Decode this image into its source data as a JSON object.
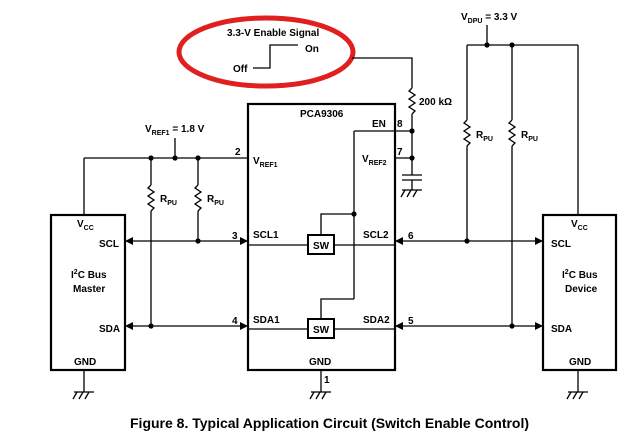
{
  "colors": {
    "highlight_ellipse": "#e02020",
    "wire": "#000000",
    "background": "#ffffff"
  },
  "enable_signal": {
    "title": "3.3-V Enable Signal",
    "on_label": "On",
    "off_label": "Off"
  },
  "chip": {
    "name": "PCA9306",
    "en_label": "EN",
    "vref1_label": "V",
    "vref1_sub": "REF1",
    "vref2_label": "V",
    "vref2_sub": "REF2",
    "scl1_label": "SCL1",
    "scl2_label": "SCL2",
    "sda1_label": "SDA1",
    "sda2_label": "SDA2",
    "gnd_label": "GND",
    "switch_label": "SW",
    "pins": {
      "en": "8",
      "vref2": "7",
      "vref1": "2",
      "scl1": "3",
      "scl2": "6",
      "sda1": "4",
      "sda2": "5",
      "gnd": "1"
    }
  },
  "resistor_200k": "200 kΩ",
  "vref1_supply": {
    "prefix": "V",
    "sub": "REF1",
    "suffix": " = 1.8 V"
  },
  "vdpu_supply": {
    "prefix": "V",
    "sub": "DPU",
    "suffix": " = 3.3 V"
  },
  "rpu": {
    "prefix": "R",
    "sub": "PU"
  },
  "master": {
    "vcc": "V",
    "vcc_sub": "CC",
    "scl": "SCL",
    "sda": "SDA",
    "gnd": "GND",
    "name_prefix": "I",
    "name_sup": "2",
    "name_rest": "C Bus",
    "name_line2": "Master"
  },
  "device": {
    "vcc": "V",
    "vcc_sub": "CC",
    "scl": "SCL",
    "sda": "SDA",
    "gnd": "GND",
    "name_prefix": "I",
    "name_sup": "2",
    "name_rest": "C Bus",
    "name_line2": "Device"
  },
  "caption": "Figure 8.  Typical Application Circuit (Switch Enable Control)"
}
